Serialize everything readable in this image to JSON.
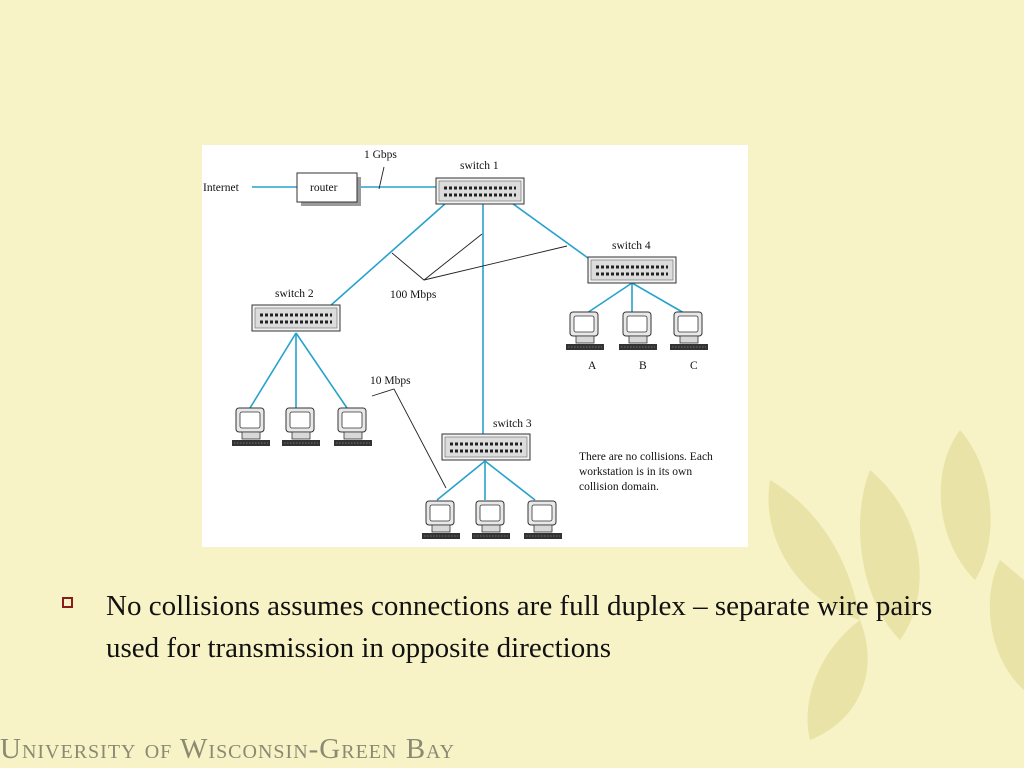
{
  "diagram": {
    "internet_label": "Internet",
    "router_label": "router",
    "gbps_label": "1 Gbps",
    "switch1_label": "switch 1",
    "switch2_label": "switch 2",
    "switch3_label": "switch 3",
    "switch4_label": "switch 4",
    "mbps100_label": "100 Mbps",
    "mbps10_label": "10 Mbps",
    "workstation_A": "A",
    "workstation_B": "B",
    "workstation_C": "C",
    "note_lines": [
      "There are no collisions. Each",
      "workstation is in its own",
      "collision domain."
    ]
  },
  "bullet": {
    "text": "No collisions assumes connections are full duplex – separate wire pairs used for transmission in opposite directions"
  },
  "footer": {
    "text": "University of Wisconsin-Green Bay"
  },
  "colors": {
    "background": "#f7f3c6",
    "link": "#27a2cc",
    "bullet": "#8b1a1a",
    "footer": "#8a8a73"
  }
}
